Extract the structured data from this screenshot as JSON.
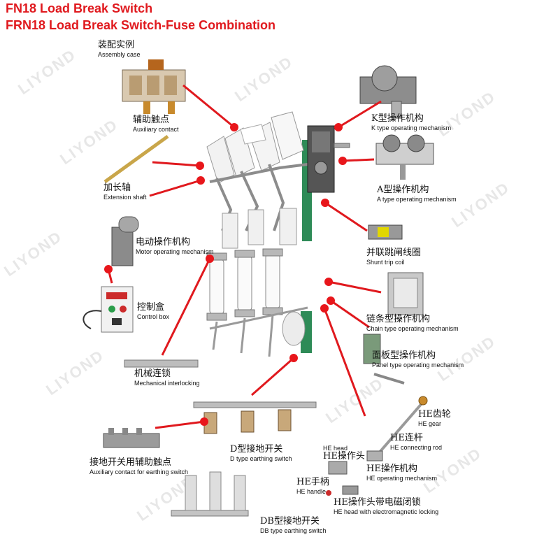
{
  "titles": {
    "line1": "FN18  Load Break Switch",
    "line2": "FRN18 Load Break Switch-Fuse Combination"
  },
  "watermark": "LIYOND",
  "colors": {
    "title": "#e0191e",
    "leader": "#e0191e",
    "dot": "#e8161b"
  },
  "components": {
    "assembly_case": {
      "cn": "装配实例",
      "en": "Assembly case"
    },
    "auxiliary_contact": {
      "cn": "辅助触点",
      "en": "Auxiliary contact"
    },
    "extension_shaft": {
      "cn": "加长轴",
      "en": "Extension shaft"
    },
    "motor_mechanism": {
      "cn": "电动操作机构",
      "en": "Motor operating mechanism"
    },
    "control_box": {
      "cn": "控制盒",
      "en": "Control box"
    },
    "mechanical_interlocking": {
      "cn": "机械连锁",
      "en": "Mechanical interlocking"
    },
    "k_type": {
      "cn": "K型操作机构",
      "en": "K type operating mechanism"
    },
    "a_type": {
      "cn": "A型操作机构",
      "en": "A type operating mechanism"
    },
    "shunt_trip": {
      "cn": "并联跳闸线圈",
      "en": "Shunt trip coil"
    },
    "chain_type": {
      "cn": "链条型操作机构",
      "en": "Chain type operating mechanism"
    },
    "panel_type": {
      "cn": "面板型操作机构",
      "en": "Panel type operating mechanism"
    },
    "he_gear": {
      "cn": "HE齿轮",
      "en": "HE gear"
    },
    "he_rod": {
      "cn": "HE连杆",
      "en": "HE connecting rod"
    },
    "he_head": {
      "cn": "HE操作头",
      "en": "HE head"
    },
    "he_mechanism": {
      "cn": "HE操作机构",
      "en": "HE operating mechanism"
    },
    "he_handle": {
      "cn": "HE手柄",
      "en": "HE handle"
    },
    "he_head_lock": {
      "cn": "HE操作头带电磁闭锁",
      "en": "HE head with electromagnetic locking"
    },
    "d_type": {
      "cn": "D型接地开关",
      "en": "D type earthing switch"
    },
    "aux_earthing": {
      "cn": "接地开关用辅助触点",
      "en": "Auxiliary contact for earthing switch"
    },
    "db_type": {
      "cn": "DB型接地开关",
      "en": "DB type earthing switch"
    }
  }
}
